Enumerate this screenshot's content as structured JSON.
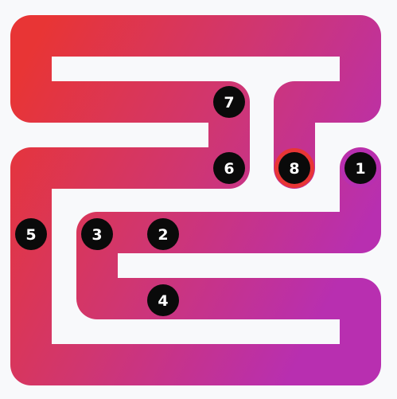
{
  "game": {
    "background_color": "#f8f9fb",
    "path_gradient": {
      "start_color": "#b82fb0",
      "mid_color": "#d03670",
      "end_color": "#e83535"
    },
    "waypoints": [
      {
        "label": "1",
        "order": 1
      },
      {
        "label": "2",
        "order": 2
      },
      {
        "label": "3",
        "order": 3
      },
      {
        "label": "4",
        "order": 4
      },
      {
        "label": "5",
        "order": 5
      },
      {
        "label": "6",
        "order": 6
      },
      {
        "label": "7",
        "order": 7
      },
      {
        "label": "8",
        "order": 8
      }
    ]
  }
}
